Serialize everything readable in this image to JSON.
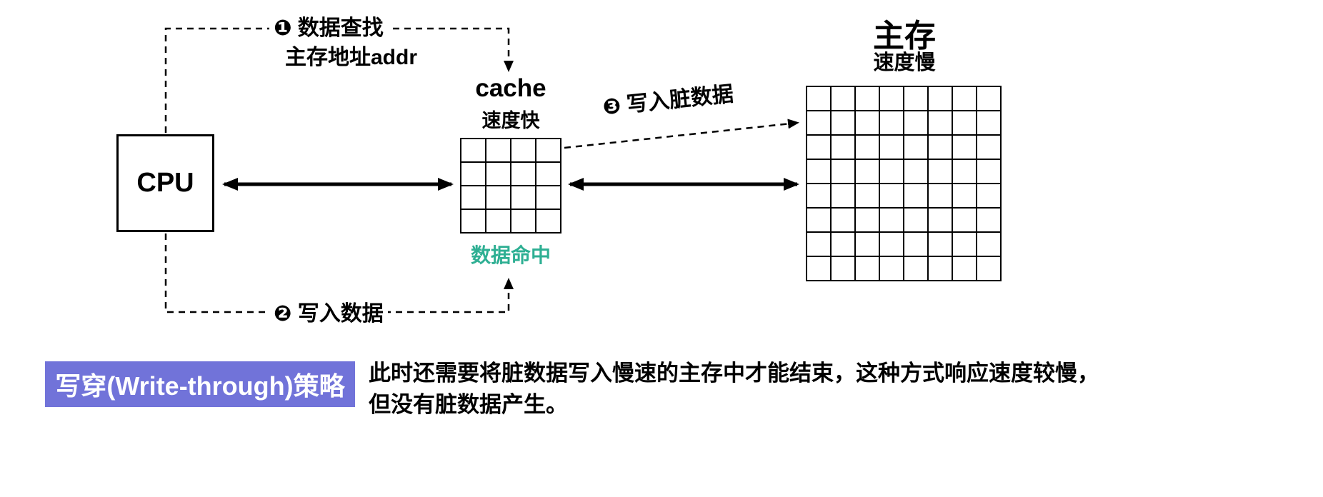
{
  "cpu": {
    "label": "CPU"
  },
  "cache": {
    "title": "cache",
    "subtitle": "速度快",
    "hit_label": "数据命中",
    "grid": {
      "rows": 4,
      "cols": 4,
      "marked_row": 0,
      "marked_col": 3,
      "marked_style": "hatch-gray"
    }
  },
  "memory": {
    "title": "主存",
    "subtitle": "速度慢",
    "grid": {
      "rows": 8,
      "cols": 8,
      "marked_row": 1,
      "marked_col": 0,
      "marked_style": "hatch-blue"
    }
  },
  "steps": {
    "lookup": {
      "text": "❶ 数据查找",
      "text2": "主存地址addr"
    },
    "write": {
      "text": "❷ 写入数据"
    },
    "write_dirty": {
      "text": "❸ 写入脏数据"
    }
  },
  "footer": {
    "badge": "写穿(Write-through)策略",
    "description": "此时还需要将脏数据写入慢速的主存中才能结束，这种方式响应速度较慢，但没有脏数据产生。"
  },
  "colors": {
    "badge_bg": "#7173d9",
    "hit_text": "#2eaf93",
    "dirty_blue": "#5aa9d8"
  }
}
